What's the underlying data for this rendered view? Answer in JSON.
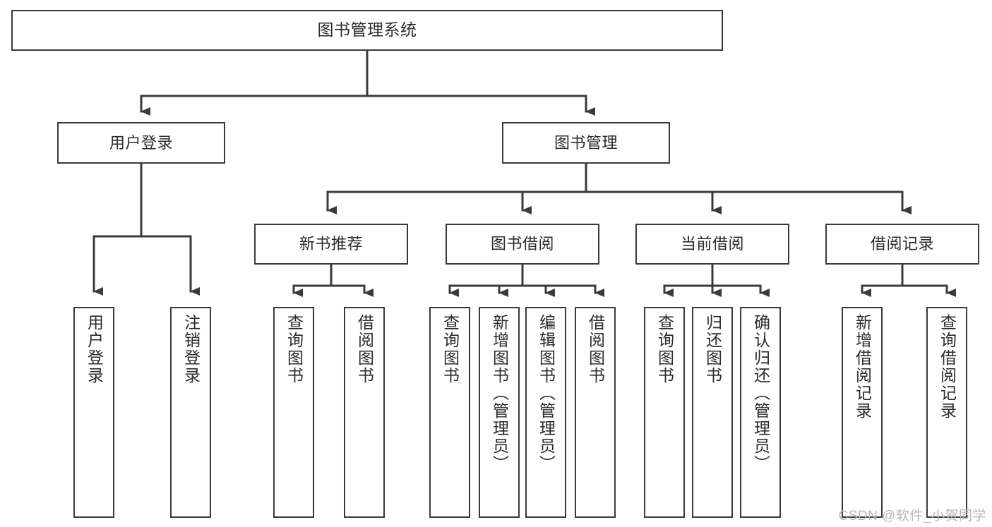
{
  "diagram": {
    "title": "图书管理系统",
    "type": "tree-hierarchy-diagram",
    "colors": {
      "border": "#3a3a3a",
      "background": "#ffffff",
      "text": "#2b2b2b",
      "watermark": "#b8b8b8"
    },
    "root": {
      "label": "图书管理系统"
    },
    "level2": [
      {
        "label": "用户登录"
      },
      {
        "label": "图书管理"
      }
    ],
    "level3": [
      {
        "label": "新书推荐"
      },
      {
        "label": "图书借阅"
      },
      {
        "label": "当前借阅"
      },
      {
        "label": "借阅记录"
      }
    ],
    "leaves": {
      "user_login": [
        {
          "label": "用户登录"
        },
        {
          "label": "注销登录"
        }
      ],
      "new_book_recommend": [
        {
          "label": "查询图书"
        },
        {
          "label": "借阅图书"
        }
      ],
      "book_borrow": [
        {
          "label": "查询图书"
        },
        {
          "label": "新增图书（管理员）"
        },
        {
          "label": "编辑图书（管理员）"
        },
        {
          "label": "借阅图书"
        }
      ],
      "current_borrow": [
        {
          "label": "查询图书"
        },
        {
          "label": "归还图书"
        },
        {
          "label": "确认归还（管理员）"
        }
      ],
      "borrow_records": [
        {
          "label": "新增借阅记录"
        },
        {
          "label": "查询借阅记录"
        }
      ]
    },
    "watermark": "CSDN @软件_小贺同学"
  }
}
